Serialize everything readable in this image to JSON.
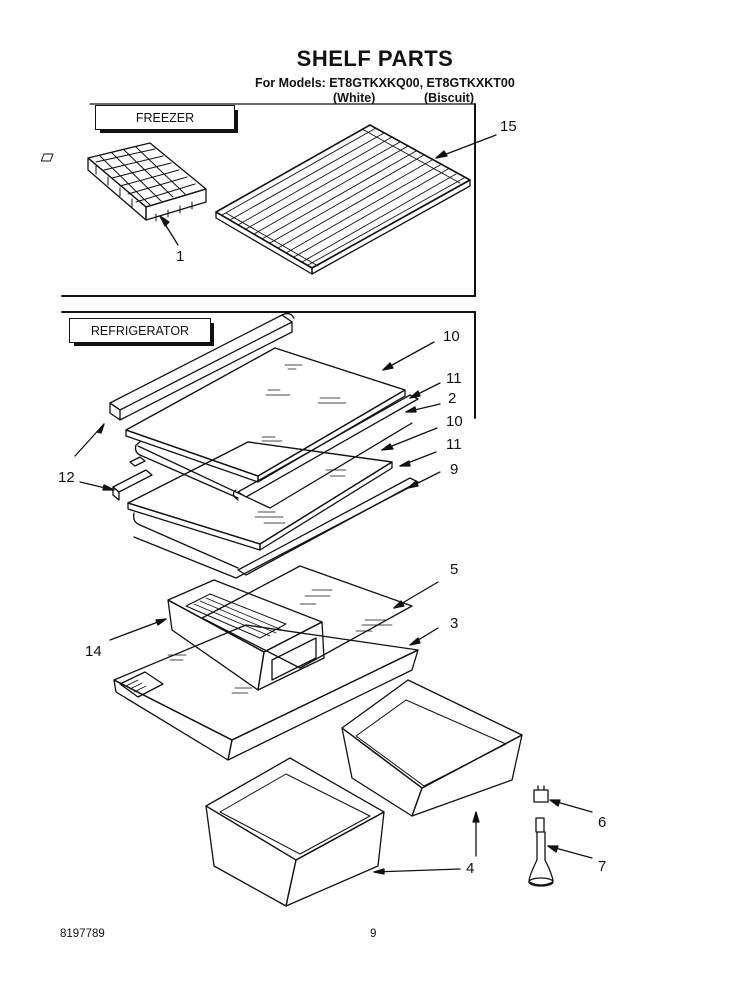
{
  "title": "SHELF PARTS",
  "models_line": "For Models: ET8GTKXKQ00, ET8GTKXKT00",
  "variant_white": "(White)",
  "variant_biscuit": "(Biscuit)",
  "sections": {
    "freezer": "FREEZER",
    "refrigerator": "REFRIGERATOR"
  },
  "callouts": {
    "c1": "1",
    "c15": "15",
    "c10a": "10",
    "c11a": "11",
    "c2": "2",
    "c10b": "10",
    "c11b": "11",
    "c9": "9",
    "c12": "12",
    "c5": "5",
    "c3": "3",
    "c14": "14",
    "c6": "6",
    "c7": "7",
    "c4": "4"
  },
  "footer": {
    "doc_number": "8197789",
    "page_number": "9"
  }
}
